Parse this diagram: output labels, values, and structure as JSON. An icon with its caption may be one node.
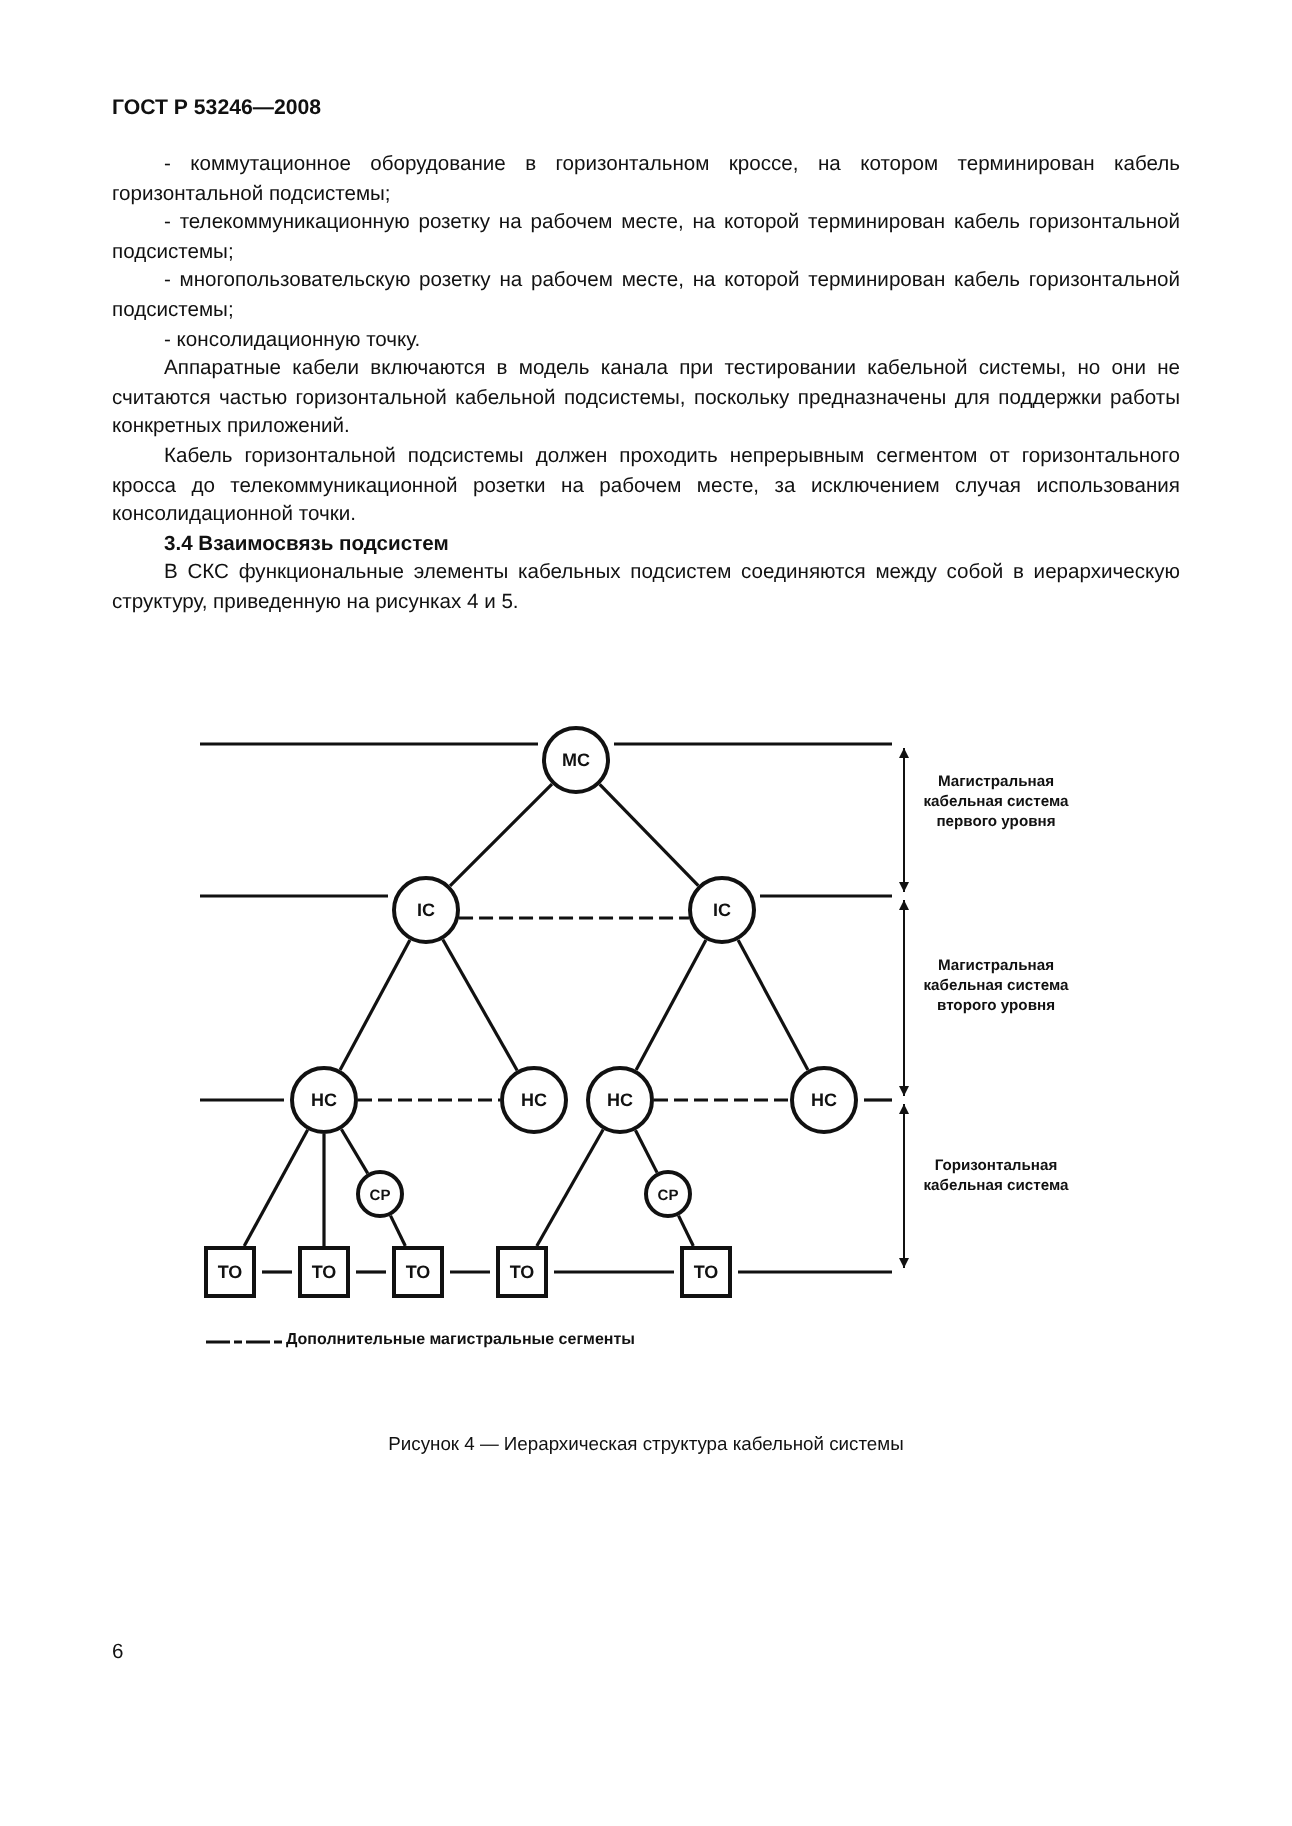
{
  "diagram": {
    "caption": "Рисунок 4 — Иерархическая структура кабельной системы",
    "nodes": [
      {
        "text": [
          "MC"
        ]
      },
      {
        "text": [
          "IC"
        ]
      },
      {
        "text": [
          "IC"
        ]
      },
      {
        "text": [
          "HC"
        ]
      },
      {
        "text": [
          "HC"
        ]
      },
      {
        "text": [
          "HC"
        ]
      },
      {
        "text": [
          "HC"
        ]
      },
      {
        "text": [
          "CP"
        ]
      },
      {
        "text": [
          "CP"
        ]
      },
      {
        "text": [
          "TO"
        ]
      },
      {
        "text": [
          "TO"
        ]
      },
      {
        "text": [
          "TO"
        ]
      },
      {
        "text": [
          "TO"
        ]
      },
      {
        "text": [
          "TO"
        ]
      }
    ],
    "edges": [
      {
        "from": 0,
        "to": 1,
        "arrow": "none"
      },
      {
        "from": 0,
        "to": 2,
        "arrow": "none"
      },
      {
        "from": 1,
        "to": 2,
        "arrow": "none",
        "style": "dashed"
      },
      {
        "from": 1,
        "to": 3,
        "arrow": "none"
      },
      {
        "from": 1,
        "to": 4,
        "arrow": "none"
      },
      {
        "from": 2,
        "to": 5,
        "arrow": "none"
      },
      {
        "from": 2,
        "to": 6,
        "arrow": "none"
      },
      {
        "from": 3,
        "to": 4,
        "arrow": "none",
        "style": "dashed"
      },
      {
        "from": 5,
        "to": 6,
        "arrow": "none",
        "style": "dashed"
      },
      {
        "from": 3,
        "to": 9,
        "arrow": "none"
      },
      {
        "from": 3,
        "to": 10,
        "arrow": "none"
      },
      {
        "from": 3,
        "to": 7,
        "arrow": "none"
      },
      {
        "from": 7,
        "to": 11,
        "arrow": "none"
      },
      {
        "from": 5,
        "to": 12,
        "arrow": "none"
      },
      {
        "from": 5,
        "to": 8,
        "arrow": "none"
      },
      {
        "from": 8,
        "to": 13,
        "arrow": "none"
      }
    ],
    "labels": [
      "ГОСТ Р 53246—2008",
      "- коммутационное оборудование в горизонтальном кроссе, на котором терминирован кабель горизонтальной подсистемы;",
      "- телекоммуникационную розетку на рабочем месте, на которой терминирован кабель горизонтальной подсистемы;",
      "- многопользовательскую розетку на рабочем месте, на которой терминирован кабель горизонтальной подсистемы;",
      "- консолидационную точку.",
      "Аппаратные кабели включаются в модель канала при тестировании кабельной системы, но они не считаются частью горизонтальной кабельной подсистемы, поскольку предназначены для поддержки работы конкретных приложений.",
      "Кабель горизонтальной подсистемы должен проходить непрерывным сегментом от горизонтального кросса до телекоммуникационной розетки на рабочем месте, за исключением случая использования консолидационной точки.",
      "3.4 Взаимосвязь подсистем",
      "В СКС функциональные элементы кабельных подсистем соединяются между собой в иерархическую структуру, приведенную на рисунках 4 и 5.",
      "Магистральная кабельная система первого уровня",
      "Магистральная кабельная система второго уровня",
      "Горизонтальная кабельная система",
      "6"
    ],
    "legend": [
      {
        "text": "Дополнительные магистральные сегменты"
      }
    ]
  }
}
